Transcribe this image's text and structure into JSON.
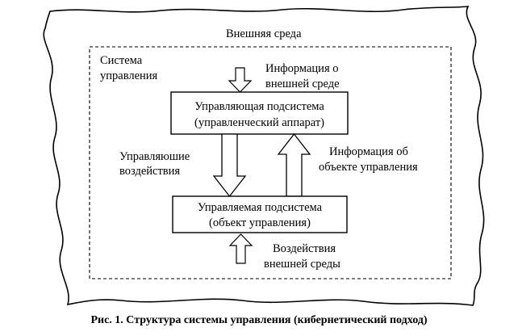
{
  "diagram": {
    "environment_label": "Внешняя среда",
    "system_label": [
      "Система",
      "управления"
    ],
    "info_external": [
      "Информация о",
      "внешней среде"
    ],
    "control_subsystem": [
      "Управляющая подсистема",
      "(управленческий аппарат)"
    ],
    "control_actions": [
      "Управляюшие",
      "воздействия"
    ],
    "info_object": [
      "Информация об",
      "объекте управления"
    ],
    "managed_subsystem": [
      "Управляемая подсистема",
      "(объект управления)"
    ],
    "external_influence": [
      "Воздействия",
      "внешней среды"
    ]
  },
  "caption": "Рис. 1. Структура системы управления (кибернетический подход)"
}
